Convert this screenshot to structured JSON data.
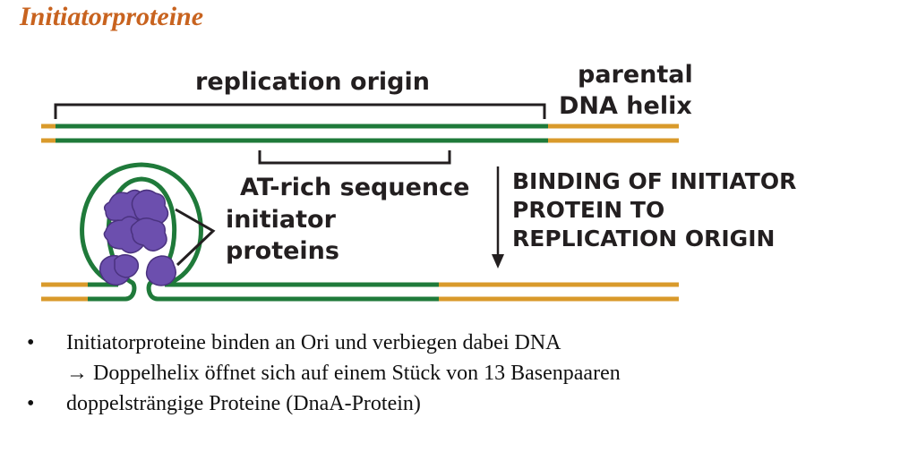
{
  "slide": {
    "title": "Initiatorproteine"
  },
  "diagram": {
    "label_replication_origin": "replication origin",
    "label_parental_line1": "parental",
    "label_parental_line2": "DNA helix",
    "label_at_rich": "AT-rich sequence",
    "label_initiator_line1": "initiator",
    "label_initiator_line2": "proteins",
    "label_binding_line1": "BINDING OF INITIATOR",
    "label_binding_line2": "PROTEIN TO",
    "label_binding_line3": "REPLICATION ORIGIN",
    "colors": {
      "origin_strand": "#1f7a3a",
      "flank_strand": "#d99a2b",
      "protein": "#6c4fae",
      "text": "#231f20"
    }
  },
  "bullets": [
    {
      "bullet": "•",
      "text": "Initiatorproteine binden an Ori und verbiegen dabei DNA",
      "sub_arrow": "→",
      "sub_text": "Doppelhelix öffnet sich auf einem Stück von 13 Basenpaaren"
    },
    {
      "bullet": "•",
      "text": "doppelsträngige Proteine (DnaA-Protein)"
    }
  ]
}
